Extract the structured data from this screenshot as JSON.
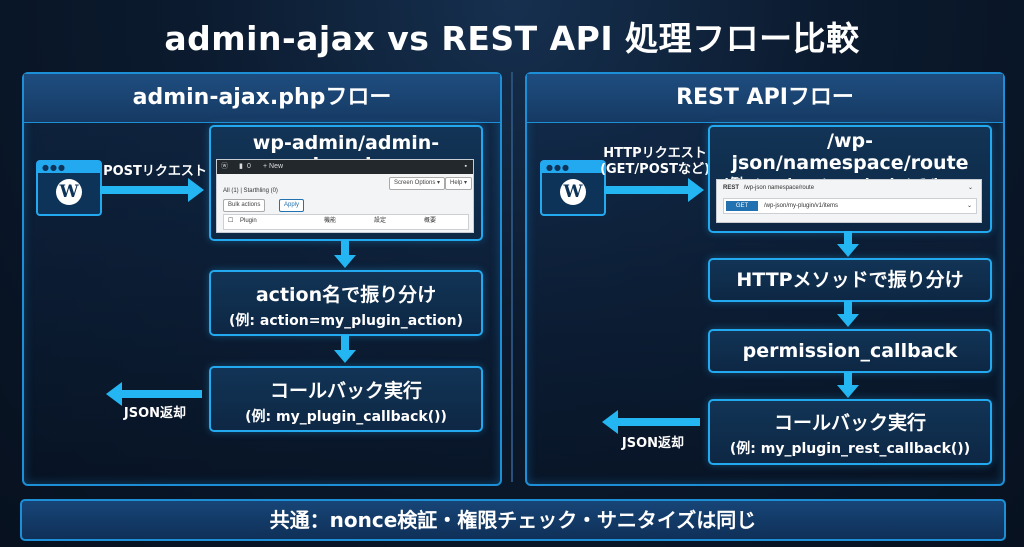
{
  "title": "admin-ajax vs REST API 処理フロー比較",
  "left": {
    "header": "admin-ajax.phpフロー",
    "request_label": "POSTリクエスト",
    "endpoint_box": "wp-admin/admin-ajax.php",
    "screenshot": {
      "adminbar_count": "0",
      "adminbar_new": "+ New",
      "screen_options": "Screen Options ▾",
      "help": "Help ▾",
      "filter_text": "All (1) | Starthling (0)",
      "bulk_actions": "Bulk actions",
      "apply": "Apply",
      "col_plugin": "Plugin",
      "col_2": "機能",
      "col_3": "設定",
      "col_4": "概要"
    },
    "step2_main": "action名で振り分け",
    "step2_sub": "(例: action=my_plugin_action)",
    "step3_main": "コールバック実行",
    "step3_sub": "(例: my_plugin_callback())",
    "return_label": "JSON返却"
  },
  "right": {
    "header": "REST APIフロー",
    "request_label_1": "HTTPリクエスト",
    "request_label_2": "(GET/POSTなど)",
    "endpoint_main": "/wp-json/namespace/route",
    "endpoint_sub": "(例: /wp-json/my-plugin/v1/items",
    "screenshot": {
      "rest_title": "REST",
      "rest_route": "/wp-json namespace/route",
      "method": "GET",
      "route_value": "/wp-json/my-plugin/v1/items"
    },
    "step2": "HTTPメソッドで振り分け",
    "step3": "permission_callback",
    "step4_main": "コールバック実行",
    "step4_sub": "(例: my_plugin_rest_callback())",
    "return_label": "JSON返却"
  },
  "footer": "共通：nonce検証・権限チェック・サニタイズは同じ",
  "icons": [
    "browser-icon",
    "wordpress-logo-icon",
    "arrow-right-icon",
    "arrow-down-icon",
    "arrow-left-icon"
  ],
  "colors": {
    "accent": "#23b6f2",
    "border": "#1c8fd6",
    "background": "#0b1a2e"
  }
}
